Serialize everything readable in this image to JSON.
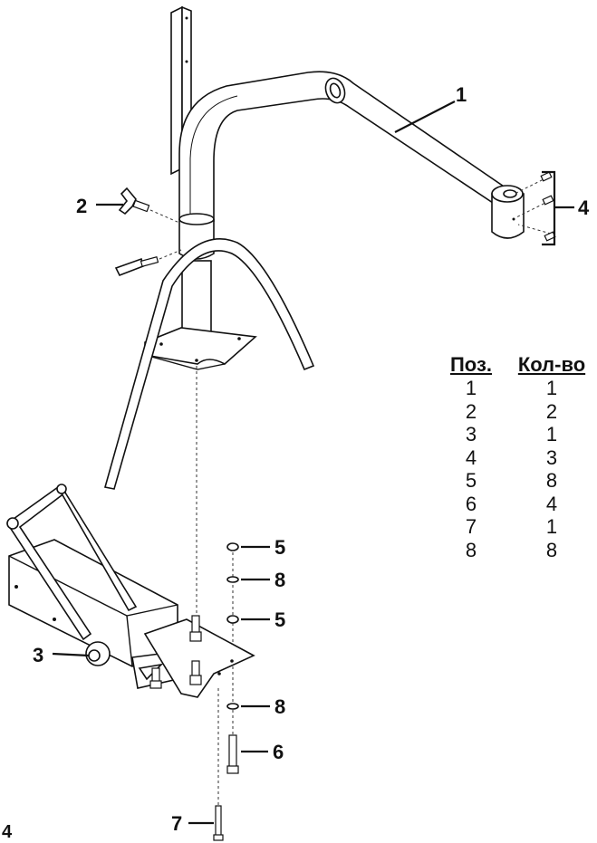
{
  "callouts": [
    "1",
    "2",
    "3",
    "4",
    "5",
    "8",
    "5",
    "8",
    "6",
    "7"
  ],
  "table": {
    "header_pos": "Поз.",
    "header_qty": "Кол-во",
    "rows": [
      {
        "pos": "1",
        "qty": "1"
      },
      {
        "pos": "2",
        "qty": "2"
      },
      {
        "pos": "3",
        "qty": "1"
      },
      {
        "pos": "4",
        "qty": "3"
      },
      {
        "pos": "5",
        "qty": "8"
      },
      {
        "pos": "6",
        "qty": "4"
      },
      {
        "pos": "7",
        "qty": "1"
      },
      {
        "pos": "8",
        "qty": "8"
      }
    ]
  },
  "page_label": "4"
}
